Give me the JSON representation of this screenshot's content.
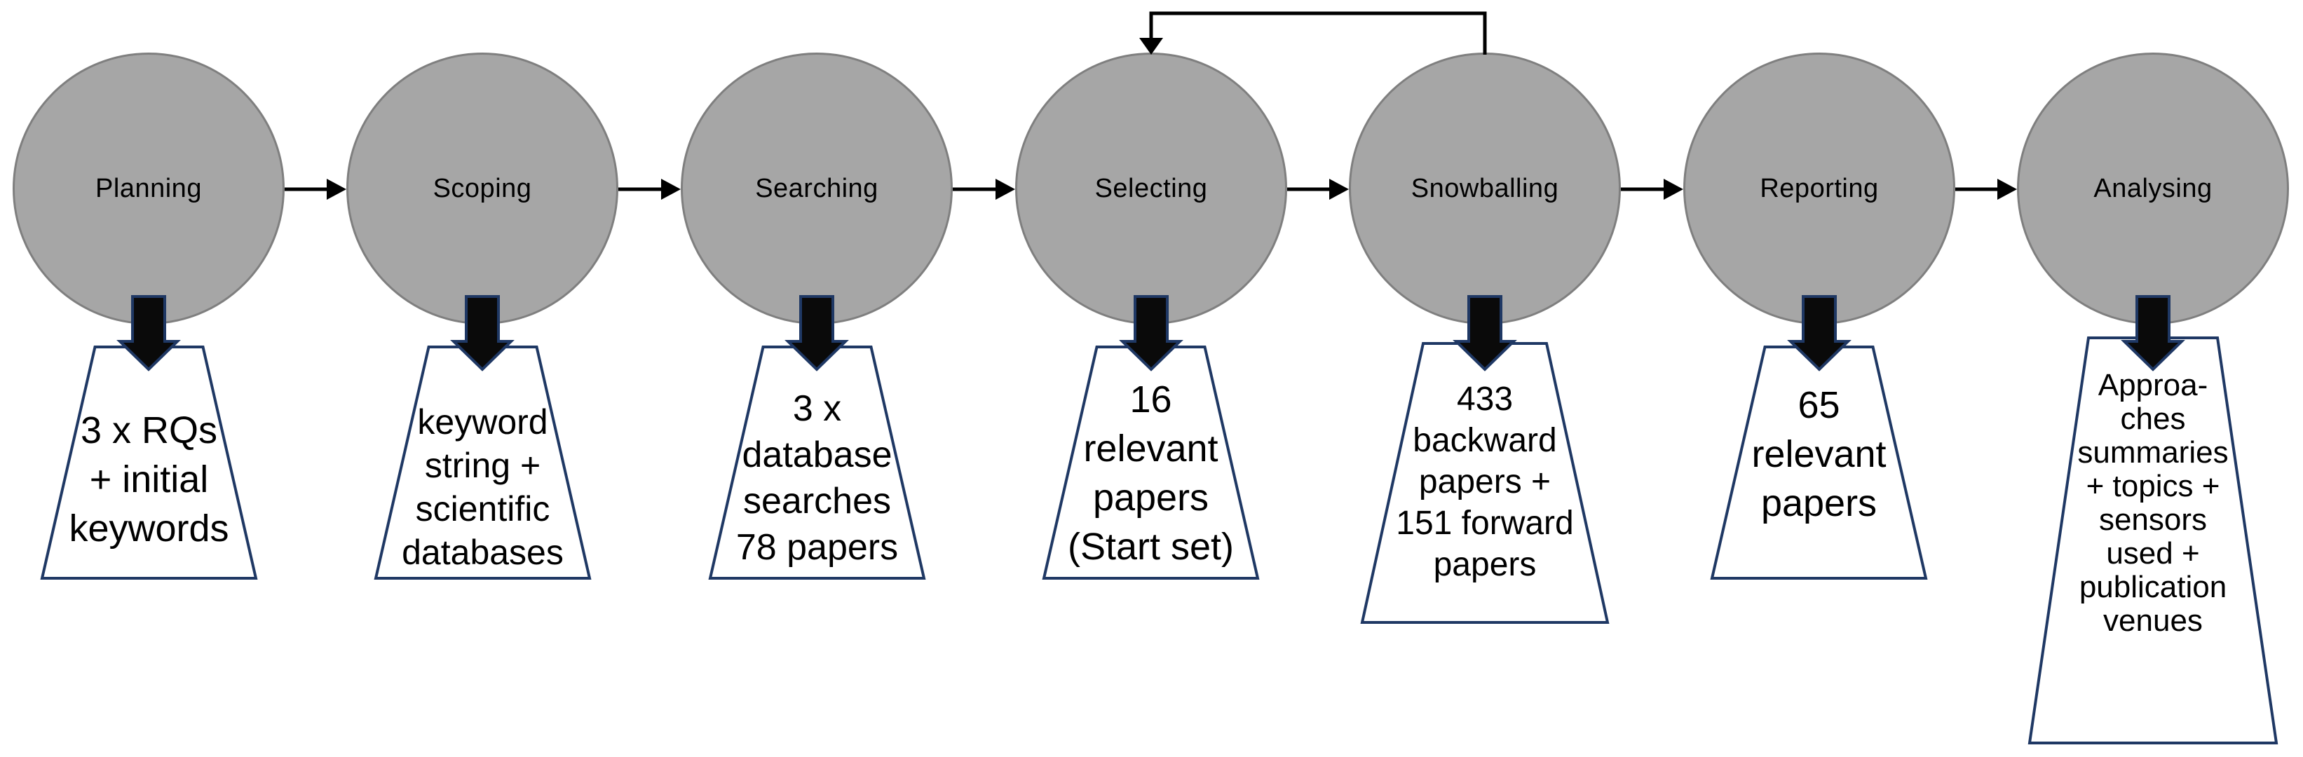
{
  "diagram_type": "process-flow",
  "stages": [
    {
      "label": "Planning",
      "output": "3 x RQs\n+ initial\nkeywords"
    },
    {
      "label": "Scoping",
      "output": "keyword\nstring +\nscientific\ndatabases"
    },
    {
      "label": "Searching",
      "output": "3 x\ndatabase\nsearches\n78 papers"
    },
    {
      "label": "Selecting",
      "output": "16\nrelevant\npapers\n(Start set)"
    },
    {
      "label": "Snowballing",
      "output": "433\nbackward\npapers +\n151 forward\npapers"
    },
    {
      "label": "Reporting",
      "output": "65\nrelevant\npapers"
    },
    {
      "label": "Analysing",
      "output": "Approa-\nches\nsummaries\n+ topics +\nsensors\nused +\npublication\nvenues"
    }
  ],
  "connections": {
    "sequence": [
      "Planning→Scoping",
      "Scoping→Searching",
      "Searching→Selecting",
      "Selecting→Snowballing",
      "Snowballing→Reporting",
      "Reporting→Analysing"
    ],
    "feedback": "Snowballing→Selecting"
  },
  "icons": {
    "stage_flow": "right-arrow",
    "stage_output": "down-arrow",
    "feedback": "loop-back-arrow"
  },
  "colors": {
    "background": "#FFFFFF",
    "circle_fill": "#A6A6A6",
    "circle_border": "#7F7F7F",
    "trapezoid_border": "#1F3864",
    "trapezoid_fill": "#FFFFFF",
    "connector": "#000000",
    "down_arrow_fill": "#0A0A0A",
    "down_arrow_outline": "#1F3864"
  }
}
